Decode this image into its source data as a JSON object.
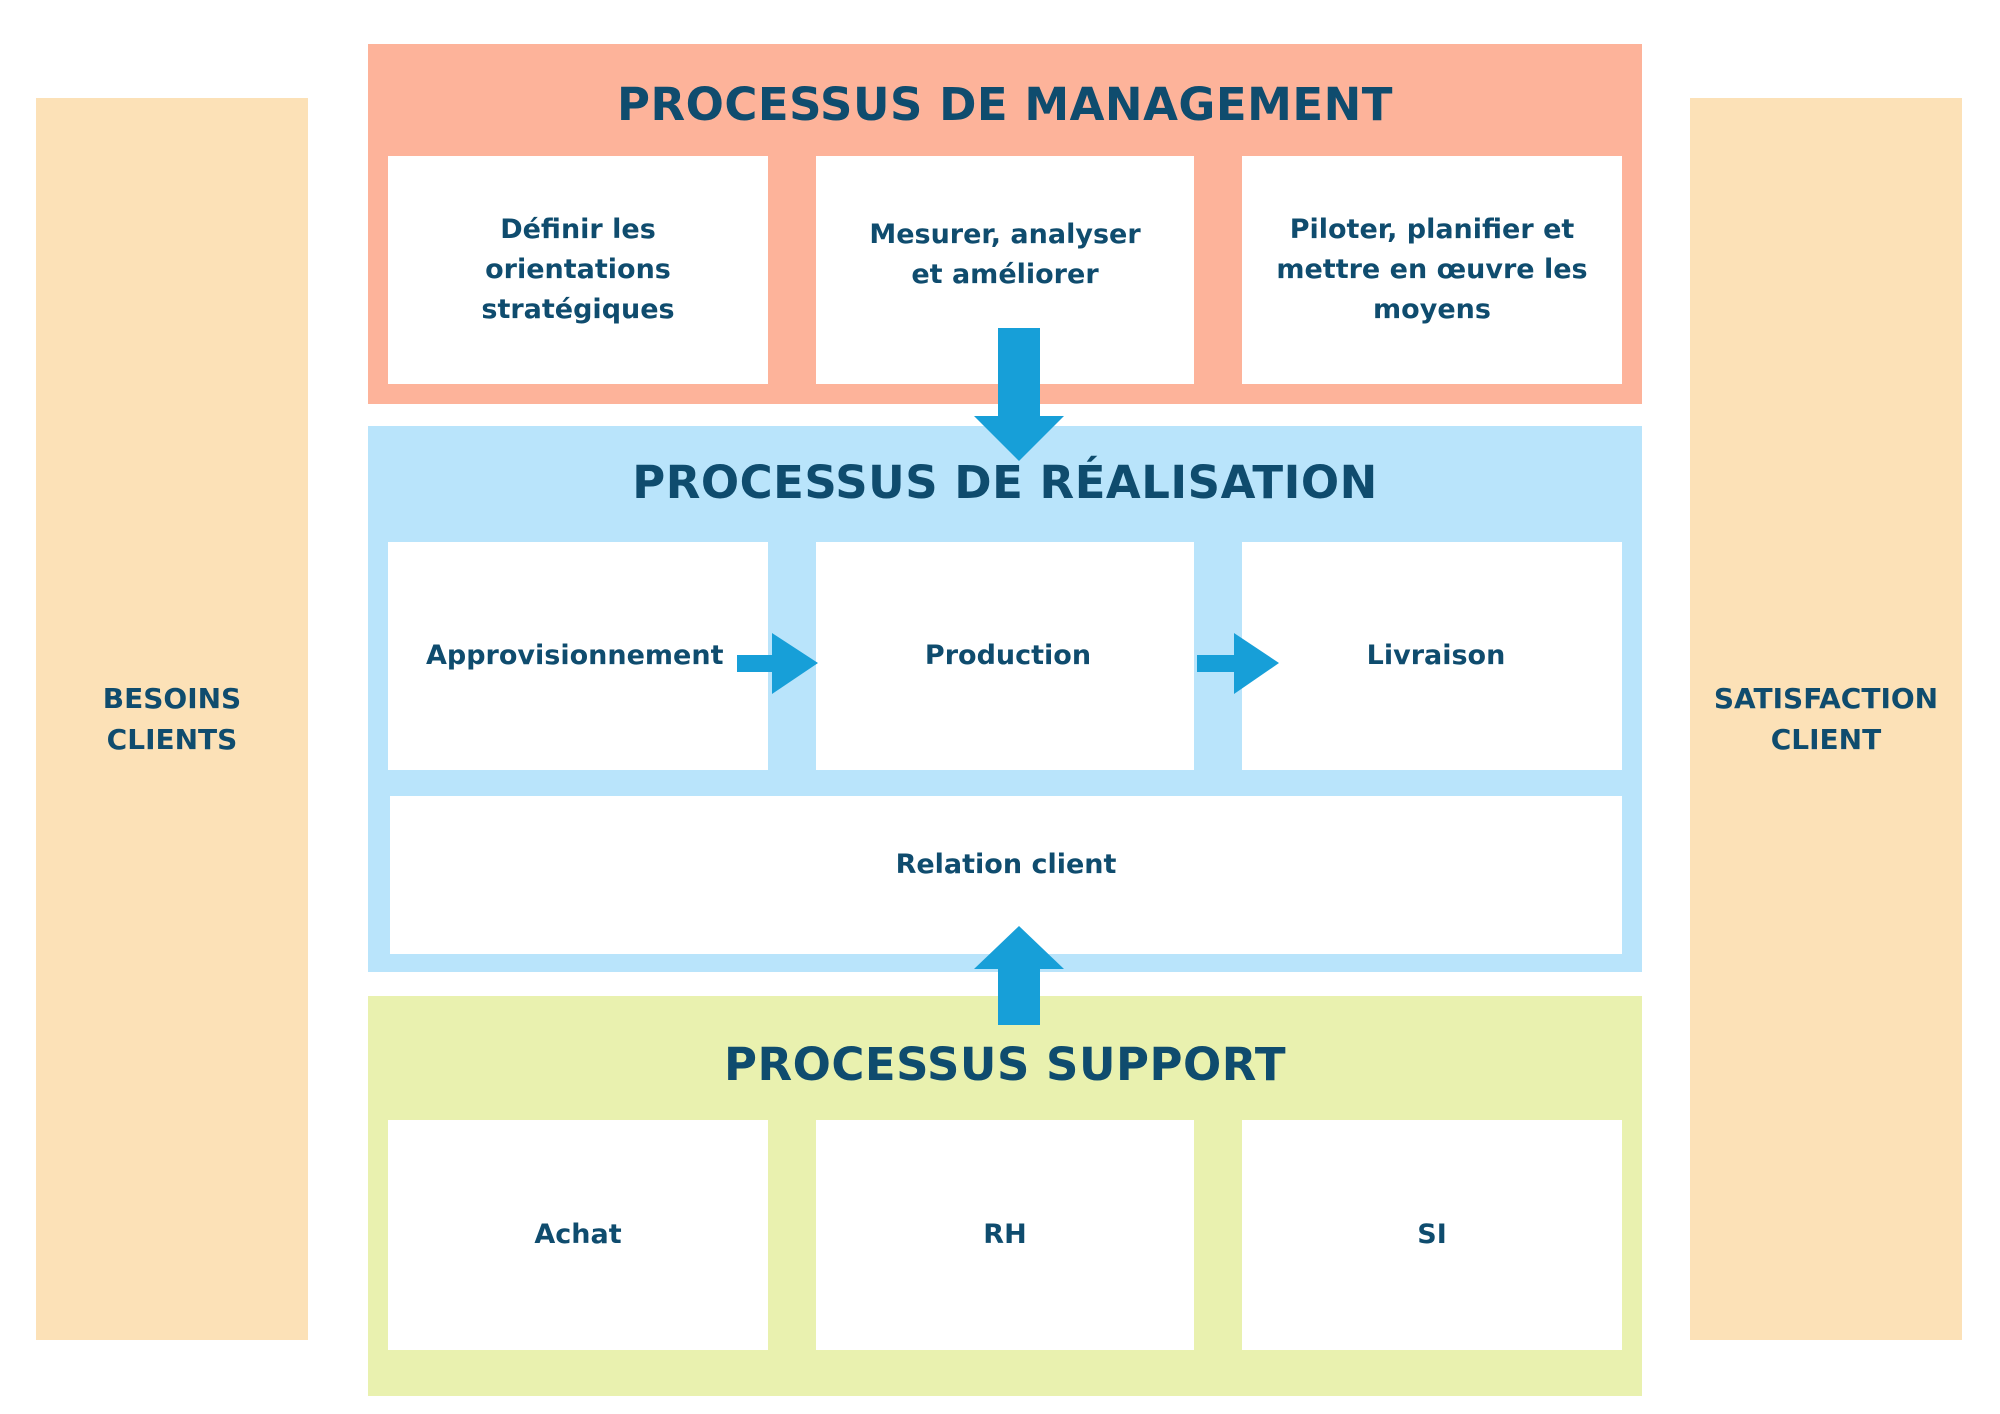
{
  "colors": {
    "text": "#0f4c6e",
    "management_band": "#fdb39a",
    "realisation_band": "#b9e4fb",
    "support_band": "#e9f1af",
    "side_columns": "#fce1b7",
    "arrow": "#179fd8",
    "box": "#ffffff"
  },
  "left_column": {
    "line1": "BESOINS",
    "line2": "CLIENTS"
  },
  "right_column": {
    "line1": "SATISFACTION",
    "line2": "CLIENT"
  },
  "management": {
    "title": "PROCESSUS DE MANAGEMENT",
    "items": [
      {
        "line1": "Définir les",
        "line2": "orientations",
        "line3": "stratégiques"
      },
      {
        "line1": "Mesurer, analyser",
        "line2": "et améliorer"
      },
      {
        "line1": "Piloter, planifier et",
        "line2": "mettre en œuvre les",
        "line3": "moyens"
      }
    ]
  },
  "realisation": {
    "title": "PROCESSUS DE RÉALISATION",
    "steps": [
      "Approvisionnement",
      "Production",
      "Livraison"
    ],
    "relation": "Relation client"
  },
  "support": {
    "title": "PROCESSUS SUPPORT",
    "items": [
      "Achat",
      "RH",
      "SI"
    ]
  },
  "arrows": [
    {
      "from": "management",
      "to": "realisation",
      "direction": "down"
    },
    {
      "from": "Approvisionnement",
      "to": "Production",
      "direction": "right"
    },
    {
      "from": "Production",
      "to": "Livraison",
      "direction": "right"
    },
    {
      "from": "support",
      "to": "realisation",
      "direction": "up"
    }
  ]
}
